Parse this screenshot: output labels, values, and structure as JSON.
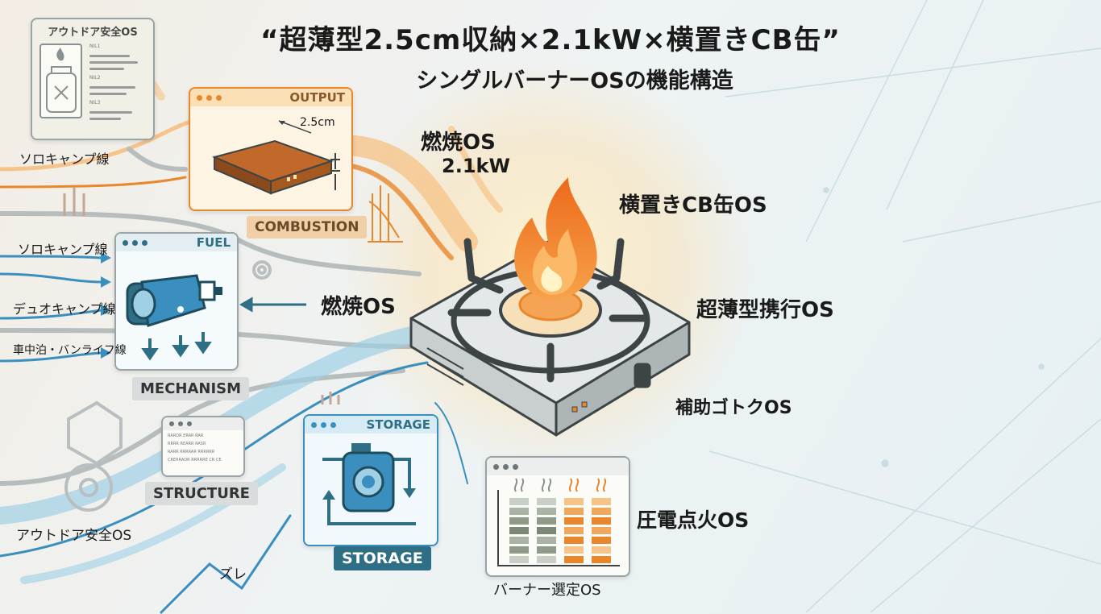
{
  "title": {
    "line1": "“超薄型2.5cm収納×2.1kW×横置きCB缶”",
    "line2": "シングルバーナーOSの機能構造"
  },
  "panels": {
    "outdoor_safety": {
      "header": "アウトドア安全OS",
      "doc_lines": [
        "NIL1",
        "NIL2",
        "NIL3"
      ]
    },
    "output": {
      "header": "OUTPUT",
      "dimension": "2.5cm",
      "tag": "COMBUSTION"
    },
    "fuel": {
      "header": "FUEL",
      "tag": "MECHANISM"
    },
    "structure": {
      "tag": "STRUCTURE",
      "doc_lines": [
        "RAROR ERAR RAR",
        "RRRR REARR RASR",
        "RARR RRRRAR RRRRRR",
        "CRERRAOR RRRRRE CR CE"
      ]
    },
    "storage": {
      "header": "STORAGE",
      "tag": "STORAGE"
    },
    "burner_select": {
      "label": "バーナー選定OS"
    }
  },
  "side_labels": {
    "solo_camp_1": "ソロキャンプ線",
    "solo_camp_2": "ソロキャンプ線",
    "duo_camp": "デュオキャンプ線",
    "car_camp": "車中泊・バンライフ線",
    "outdoor_safety_bottom": "アウトドア安全OS",
    "drift": "ズレ"
  },
  "stove_labels": {
    "combustion_top": "燃焼OS",
    "output_kw": "2.1kW",
    "cb_can": "横置きCB缶OS",
    "combustion_left": "燃焼OS",
    "ultra_thin": "超薄型携行OS",
    "aux_trivet": "補助ゴトクOS",
    "piezo": "圧電点火OS"
  },
  "colors": {
    "orange": "#e8872c",
    "orange_light": "#f6c48a",
    "blue": "#3b8fbf",
    "blue_light": "#9fd0e6",
    "teal": "#2e6f86",
    "gray": "#8a9192",
    "flame_core": "#ffd27a"
  }
}
